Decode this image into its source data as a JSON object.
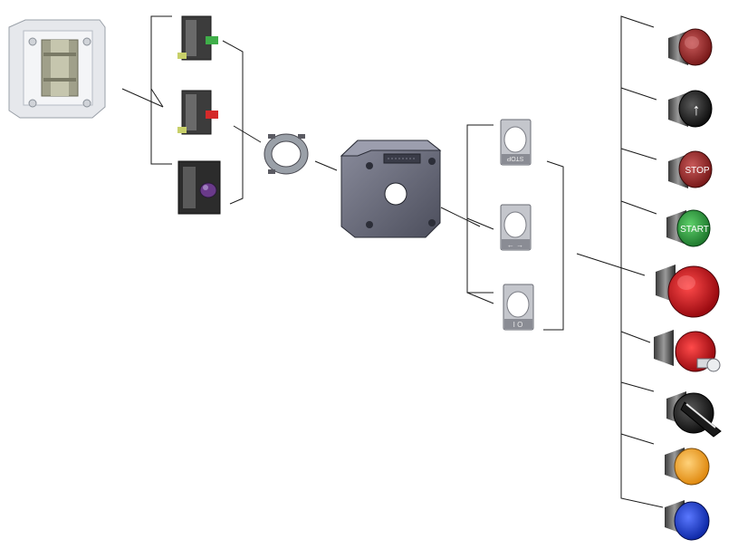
{
  "diagram": {
    "kind": "exploded-assembly",
    "background": "#ffffff",
    "line_color": "#1a1a1a",
    "enclosure_color": "#5e6070",
    "label_plates": [
      {
        "icon": "stop-text-plate",
        "text": "STOP"
      },
      {
        "icon": "arrows-plate",
        "text": "← →"
      },
      {
        "icon": "on-off-plate",
        "text": "I  O"
      }
    ],
    "operators": [
      {
        "icon": "red-flush-pushbutton",
        "color": "#9e2a2a"
      },
      {
        "icon": "black-arrow-pushbutton",
        "color": "#1c1c1c",
        "symbol": "↑"
      },
      {
        "icon": "red-stop-pushbutton",
        "color": "#a03030",
        "text": "STOP"
      },
      {
        "icon": "green-start-pushbutton",
        "color": "#2e8f3e",
        "text": "START"
      },
      {
        "icon": "red-mushroom-emergency-stop",
        "color": "#c4141c"
      },
      {
        "icon": "red-key-operated-emergency-stop",
        "color": "#c4141c"
      },
      {
        "icon": "black-selector-switch",
        "color": "#1c1c1c"
      },
      {
        "icon": "orange-pilot-light",
        "color": "#f0a020"
      },
      {
        "icon": "blue-pilot-light",
        "color": "#1a3cc8"
      }
    ],
    "contact_blocks": [
      {
        "icon": "contact-block-green",
        "color": "#3fae49"
      },
      {
        "icon": "contact-block-red",
        "color": "#d42a2a"
      },
      {
        "icon": "light-module-block",
        "color": "#6a3a8a"
      }
    ]
  }
}
